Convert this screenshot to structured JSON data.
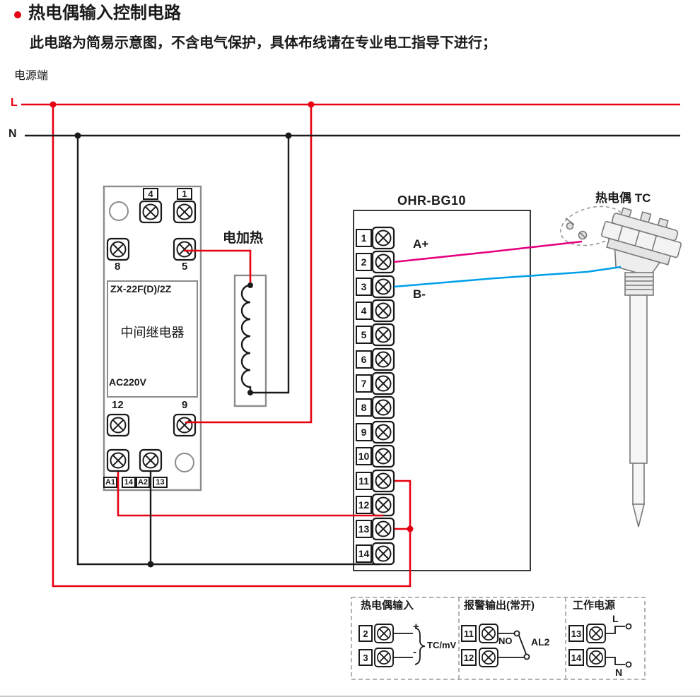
{
  "title": {
    "text": "热电偶输入控制电路"
  },
  "subtitle": "此电路为简易示意图，不含电气保护，具体布线请在专业电工指导下进行；",
  "power": {
    "label": "电源端",
    "l": "L",
    "n": "N"
  },
  "relay": {
    "model": "ZX-22F(D)/2Z",
    "name": "中间继电器",
    "voltage": "AC220V",
    "t_top_left": "4",
    "t_top_right": "1",
    "t_mid_left": "8",
    "t_mid_right": "5",
    "t_low_left": "12",
    "t_low_right": "9",
    "t_bottom": [
      "A1",
      "14",
      "A2",
      "13"
    ]
  },
  "heater": {
    "label": "电加热"
  },
  "controller": {
    "model": "OHR-BG10",
    "terminals": [
      "1",
      "2",
      "3",
      "4",
      "5",
      "6",
      "7",
      "8",
      "9",
      "10",
      "11",
      "12",
      "13",
      "14"
    ],
    "a_plus": "A+",
    "b_minus": "B-"
  },
  "thermocouple": {
    "label": "热电偶 TC"
  },
  "legend": {
    "tc": {
      "title": "热电偶输入",
      "t1": "2",
      "t2": "3",
      "plus": "+",
      "minus": "-",
      "signal": "TC/mV"
    },
    "alarm": {
      "title": "报警输出(常开)",
      "t1": "11",
      "t2": "12",
      "no": "NO",
      "tag": "AL2"
    },
    "pwr": {
      "title": "工作电源",
      "t1": "13",
      "t2": "14",
      "l": "L",
      "n": "N"
    }
  },
  "colors": {
    "l_line": "#e60012",
    "n_line": "#1a1a1a",
    "tc_plus_wire": "#e4007f",
    "tc_minus_wire": "#00a0e9"
  }
}
